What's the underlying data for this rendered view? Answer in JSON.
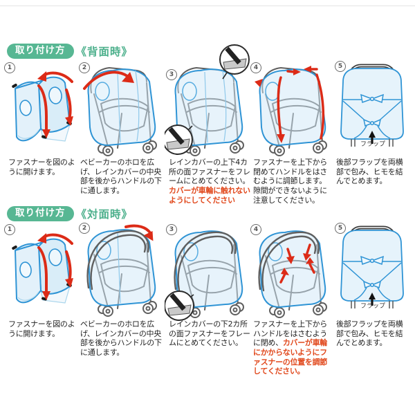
{
  "document": {
    "type": "instruction-manual",
    "subject": "stroller-rain-cover-attachment"
  },
  "colors": {
    "accent_green": "#57b793",
    "mode_green": "#4db08c",
    "warning_red": "#e1491d",
    "arrow_red": "#dc2b17",
    "line_blue": "#2f94d5",
    "cover_fill": "#d9edf8",
    "frame_gray": "#5f5f5f"
  },
  "sections": [
    {
      "badge": "取り付け方",
      "mode": "《背面時》",
      "steps": [
        {
          "num": "1",
          "caption": "ファスナーを図のように開けます。"
        },
        {
          "num": "2",
          "caption": "ベビーカーのホロを広げ、レインカバーの中央部を後からハンドルの下に通します。"
        },
        {
          "num": "3",
          "caption": "レインカバーの上下4カ所の面ファスナーをフレームにとめてください。",
          "warning": "カバーが車輪に触れないようにしてください"
        },
        {
          "num": "4",
          "caption": "ファスナーを上下から閉めてハンドルをはさむように調節します。隙間ができないように注意してください。"
        },
        {
          "num": "5",
          "caption": "後部フラップを両横部で包み、ヒモを結んでとめます。",
          "figure_label": "フラップ"
        }
      ]
    },
    {
      "badge": "取り付け方",
      "mode": "《対面時》",
      "steps": [
        {
          "num": "1",
          "caption": "ファスナーを図のように開けます。"
        },
        {
          "num": "2",
          "caption": "ベビーカーのホロを広げ、レインカバーの中央部を後からハンドルの下に通します。"
        },
        {
          "num": "3",
          "caption": "レインカバーの下2カ所の面ファスナーをフレームにとめてください。"
        },
        {
          "num": "4",
          "caption": "ファスナーを上下からハンドルをはさむように閉め、",
          "warning": "カバーが車輪にかからないようにファスナーの位置を調節してください。"
        },
        {
          "num": "5",
          "caption": "後部フラップを両横部で包み、ヒモを結んでとめます。",
          "figure_label": "フラップ"
        }
      ]
    }
  ]
}
